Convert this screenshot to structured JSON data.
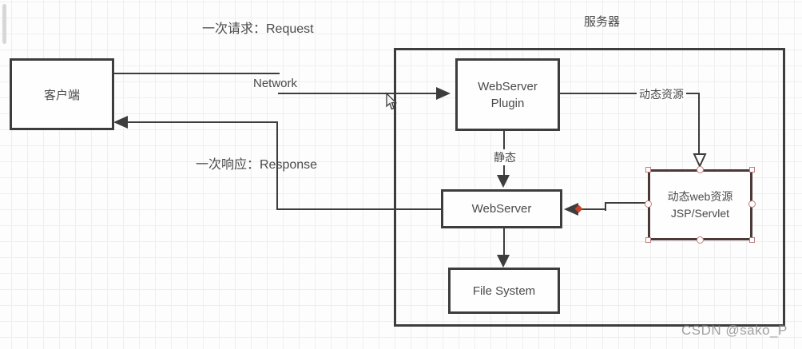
{
  "diagram": {
    "labels": {
      "request": "一次请求：Request",
      "response": "一次响应：Response",
      "network": "Network",
      "server_region": "服务器",
      "dynamic_resource": "动态资源",
      "static_resource": "静态"
    },
    "nodes": {
      "client": {
        "label": "客户端"
      },
      "webserver_plugin": {
        "line1": "WebServer",
        "line2": "Plugin"
      },
      "webserver": {
        "label": "WebServer"
      },
      "file_system": {
        "label": "File System"
      },
      "dynamic_web_resource": {
        "line1": "动态web资源",
        "line2": "JSP/Servlet"
      }
    },
    "colors": {
      "line": "#3d3d3d",
      "text": "#4a4a4a",
      "grid": "#efefef",
      "selected_border": "#4d3838",
      "selection_handle": "#c27c7c",
      "endpoint_marker": "#cc4125",
      "watermark": "#919191"
    }
  },
  "watermark": {
    "text": "CSDN @sako_P"
  }
}
